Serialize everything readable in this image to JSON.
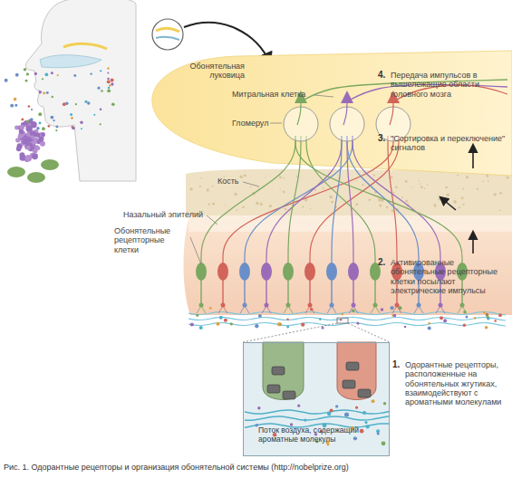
{
  "diagram": {
    "caption": "Рис. 1. Одорантные рецепторы и организация обонятельной системы (http://nobelprize.org)",
    "nodes": [
      {
        "text": [
          "Поток воздуха, содержащий ароматные молекулы"
        ]
      }
    ],
    "labels": [
      "Обонятельная луковица",
      "Митральная клетка",
      "Гломерул",
      "4.",
      "Передача импульсов в вышележащие области головного мозга",
      "3.",
      "\"Сортировка и переключение\" сигналов",
      "Кость",
      "Назальный эпителий",
      "Обонятельные рецепторные клетки",
      "2.",
      "Активированные обонятельные рецепторные клетки посылают электрические импульсы",
      "1.",
      "Одорантные рецепторы, расположенные на обонятельных жгутиках, взаимодействуют с ароматными молекулами"
    ]
  }
}
